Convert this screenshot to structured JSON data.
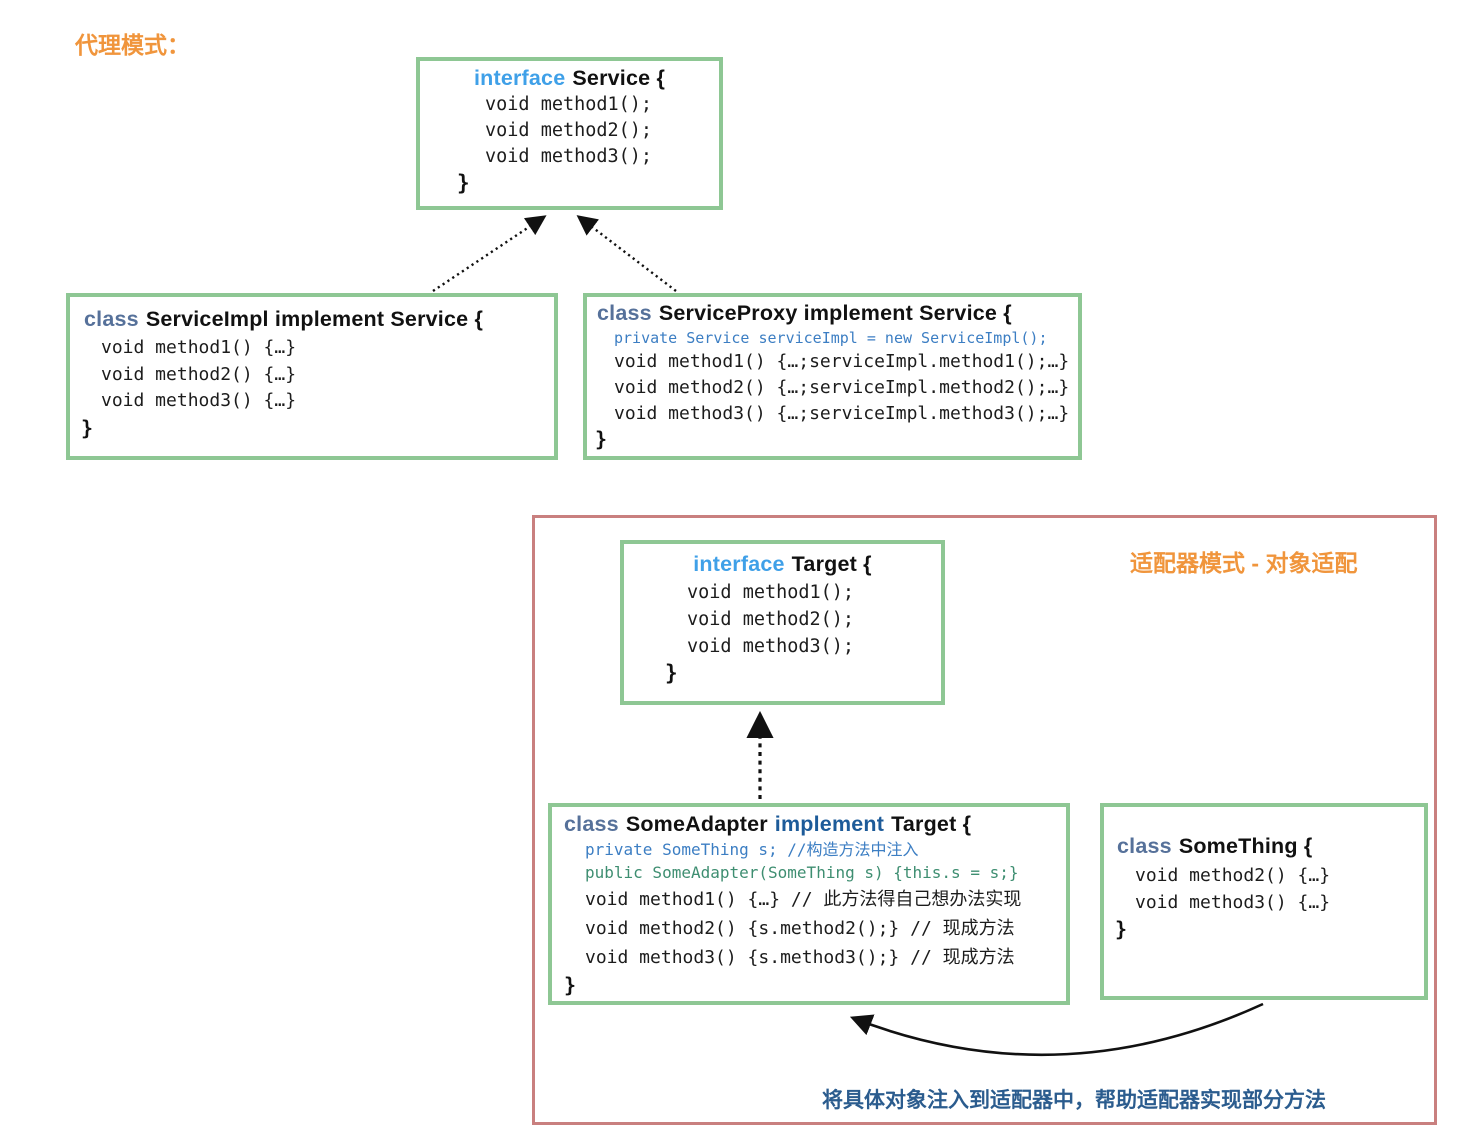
{
  "colors": {
    "accent_orange": "#F0953C",
    "box_border_green": "#8EC794",
    "adapter_frame_pink": "#C9807F",
    "keyword_interface_blue": "#3FA0E8",
    "keyword_class_slate": "#56719A",
    "keyword_implement_blue": "#1D5B99",
    "code_comment_blue": "#3C7EC3",
    "code_ctor_teal": "#3E8E71",
    "caption_blue": "#2B5C8E",
    "code_text": "#1C1C1C"
  },
  "proxy": {
    "title": "代理模式：",
    "service": {
      "kw": "interface",
      "title": "Service {",
      "lines": [
        "void method1();",
        "void method2();",
        "void method3();"
      ],
      "close": "}"
    },
    "impl": {
      "kw": "class",
      "title": "ServiceImpl implement Service {",
      "lines": [
        "void method1() {…}",
        "void method2() {…}",
        "void method3() {…}"
      ],
      "close": "}"
    },
    "proxy_cls": {
      "kw": "class",
      "title": "ServiceProxy implement Service {",
      "field": "private Service serviceImpl = new ServiceImpl();",
      "lines": [
        "void method1() {…;serviceImpl.method1();…}",
        "void method2() {…;serviceImpl.method2();…}",
        "void method3() {…;serviceImpl.method3();…}"
      ],
      "close": "}"
    }
  },
  "adapter": {
    "title": "适配器模式 - 对象适配",
    "target": {
      "kw": "interface",
      "title": "Target {",
      "lines": [
        "void method1();",
        "void method2();",
        "void method3();"
      ],
      "close": "}"
    },
    "some_adapter": {
      "kw": "class",
      "name": "SomeAdapter",
      "kw2": "implement",
      "name2": "Target {",
      "field": "private SomeThing s; //构造方法中注入",
      "ctor": "public SomeAdapter(SomeThing s) {this.s = s;}",
      "lines": [
        "void method1() {…} // 此方法得自己想办法实现",
        "void method2() {s.method2();} // 现成方法",
        "void method3() {s.method3();} // 现成方法"
      ],
      "close": "}"
    },
    "some_thing": {
      "kw": "class",
      "title": "SomeThing {",
      "lines": [
        "void method2() {…}",
        "void method3() {…}"
      ],
      "close": "}"
    },
    "caption": "将具体对象注入到适配器中，帮助适配器实现部分方法"
  }
}
